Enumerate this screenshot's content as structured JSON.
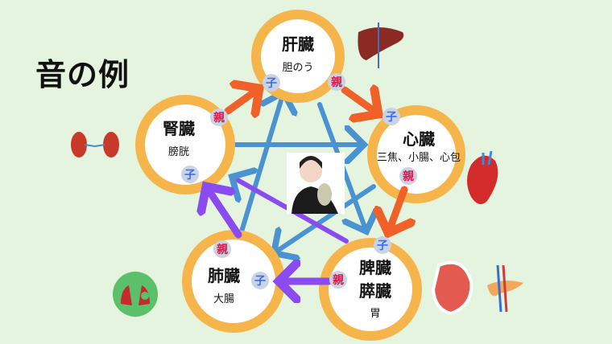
{
  "title": "音の例",
  "organs": {
    "liver": {
      "main": "肝臓",
      "sub": "胆のう"
    },
    "heart": {
      "main": "心臓",
      "sub": "三焦、小腸、心包"
    },
    "spleen": {
      "main": "脾臓",
      "main2": "膵臓",
      "sub": "胃"
    },
    "lung": {
      "main": "肺臓",
      "sub": "大腸"
    },
    "kidney": {
      "main": "腎臓",
      "sub": "膀胱"
    }
  },
  "badges": {
    "parent": "親",
    "child": "子"
  },
  "colors": {
    "background": "#e5f4df",
    "ring": "#f5b54b",
    "orange_arrow": "#f0612a",
    "purple_arrow": "#8a4cf0",
    "blue_arrow": "#4b93d0",
    "parent_text": "#e0174a",
    "child_text": "#3b6ee8",
    "badge_bg": "#c9d3e4"
  }
}
